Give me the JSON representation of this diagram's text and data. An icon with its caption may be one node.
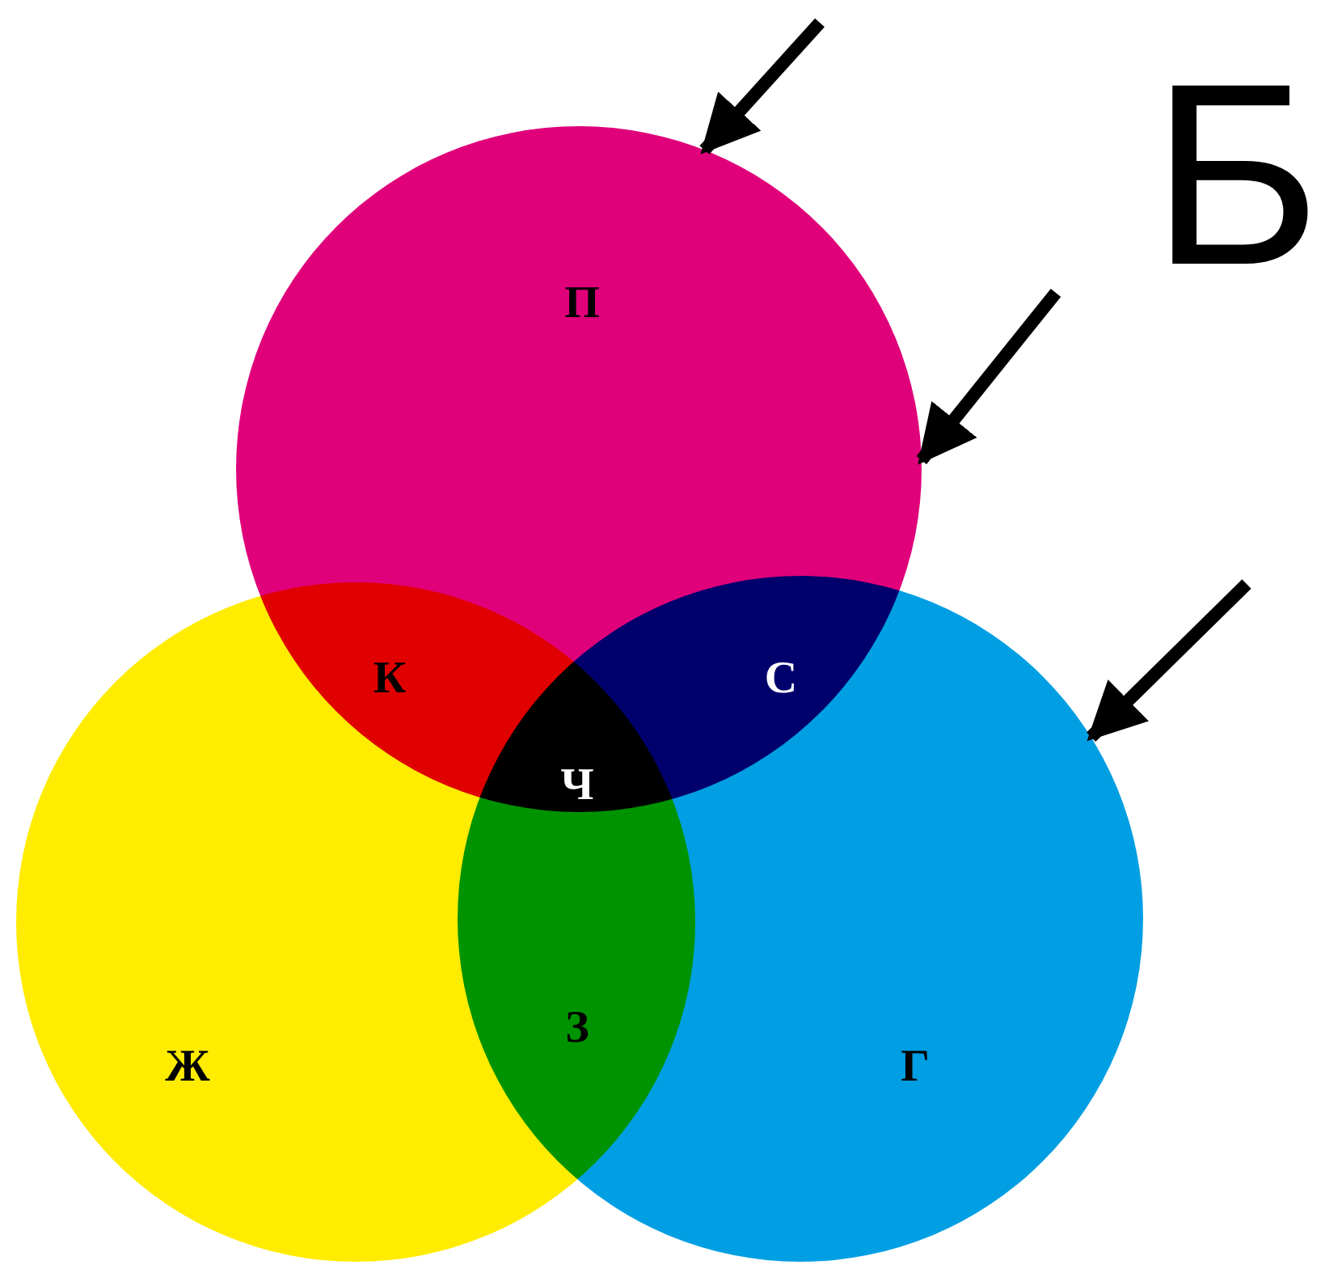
{
  "diagram": {
    "nodes": [
      {
        "text": [
          "П"
        ]
      },
      {
        "text": [
          "Ж"
        ]
      },
      {
        "text": [
          "Г"
        ]
      }
    ],
    "edges": [
      {
        "from": null,
        "to": 0,
        "arrow": "to"
      },
      {
        "from": null,
        "to": 0,
        "arrow": "to"
      },
      {
        "from": null,
        "to": 2,
        "arrow": "to"
      }
    ],
    "labels": [
      "Б",
      "К",
      "С",
      "Ч",
      "З"
    ]
  }
}
